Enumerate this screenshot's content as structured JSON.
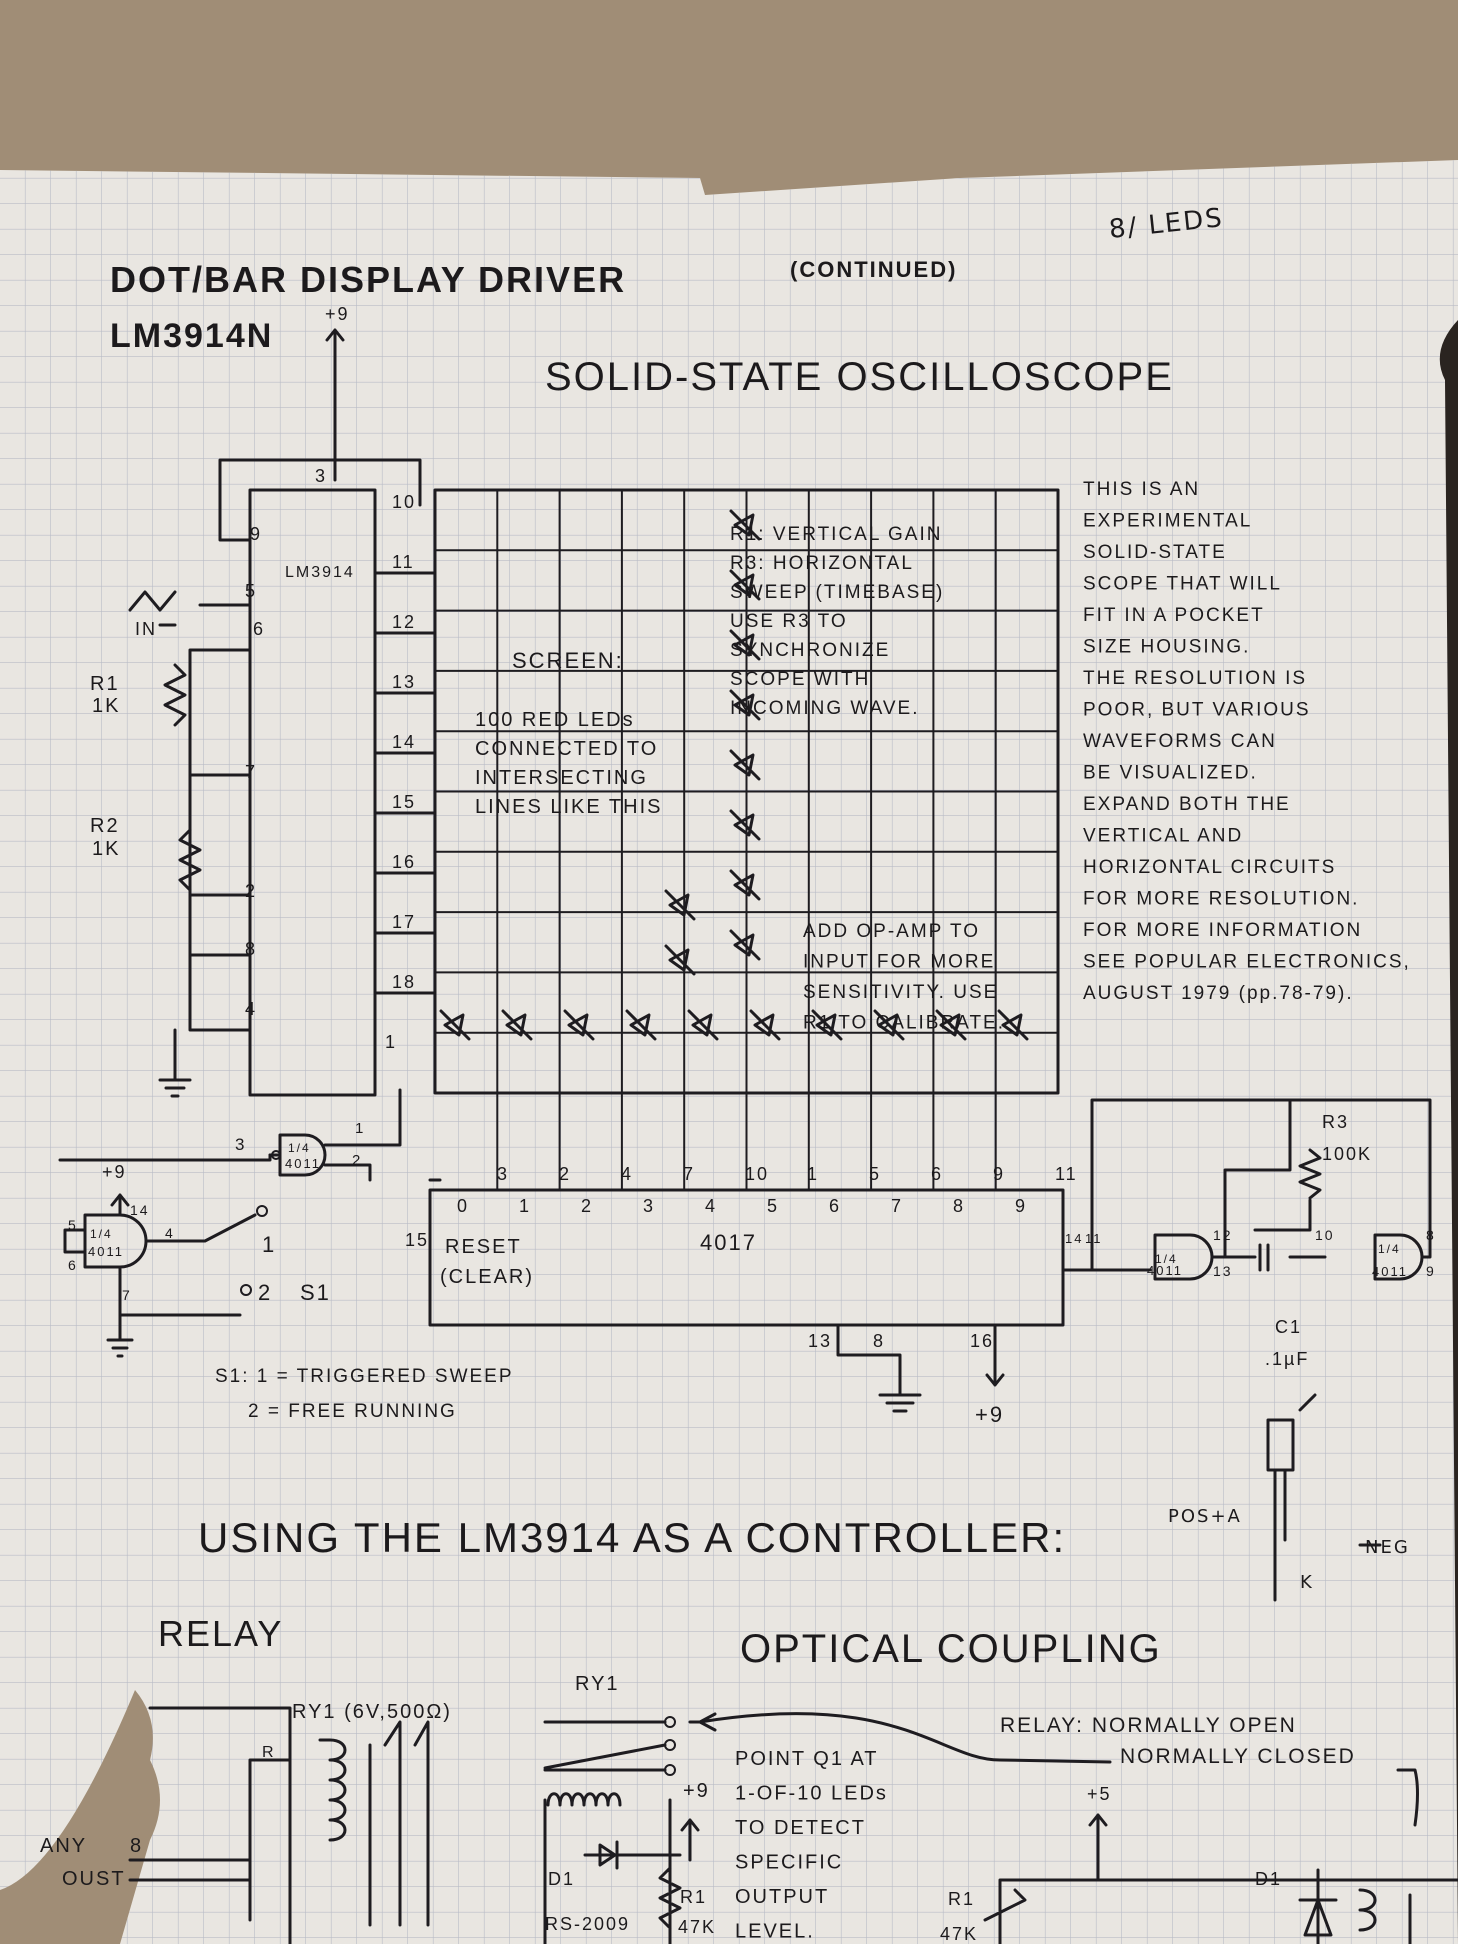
{
  "colors": {
    "paper": "#e9e6e1",
    "grid": "#b9bcc6",
    "ink": "#1e1c20",
    "background": "#a08d76"
  },
  "header": {
    "title": "DOT/BAR DISPLAY DRIVER",
    "continued": "(CONTINUED)",
    "part": "LM3914N",
    "note": "8/ LEDS"
  },
  "scope": {
    "title": "SOLID-STATE OSCILLOSCOPE",
    "supply": "+9",
    "input": "IN",
    "r1": [
      "R1",
      "1K"
    ],
    "r2": [
      "R2",
      "1K"
    ],
    "chip": {
      "label": "LM3914",
      "pins_left": [
        "3",
        "9",
        "5",
        "6",
        "7",
        "2",
        "8",
        "4"
      ],
      "pins_right": [
        "10",
        "11",
        "12",
        "13",
        "14",
        "15",
        "16",
        "17",
        "18",
        "1"
      ]
    },
    "screen_label": "SCREEN:",
    "screen_note": [
      "100 RED LEDs",
      "CONNECTED TO",
      "INTERSECTING",
      "LINES LIKE THIS"
    ],
    "controls_note": [
      "R1: VERTICAL GAIN",
      "R3: HORIZONTAL",
      "SWEEP (TIMEBASE)",
      "USE R3 TO",
      "SYNCHRONIZE",
      "SCOPE WITH",
      "INCOMING WAVE."
    ],
    "opamp_note": [
      "ADD OP-AMP TO",
      "INPUT FOR MORE",
      "SENSITIVITY. USE",
      "R1 TO CALIBRATE."
    ],
    "description": [
      "THIS IS AN",
      "EXPERIMENTAL",
      "SOLID-STATE",
      "SCOPE THAT WILL",
      "FIT IN A POCKET",
      "SIZE HOUSING.",
      "THE RESOLUTION IS",
      "POOR, BUT VARIOUS",
      "WAVEFORMS CAN",
      "BE VISUALIZED.",
      "EXPAND BOTH THE",
      "VERTICAL AND",
      "HORIZONTAL CIRCUITS",
      "FOR MORE RESOLUTION.",
      "FOR MORE INFORMATION",
      "SEE POPULAR ELECTRONICS,",
      "AUGUST 1979 (pp.78-79)."
    ],
    "counter": {
      "label": "4017",
      "reset": [
        "RESET",
        "(CLEAR)"
      ],
      "reset_pin": "15",
      "pins_top": [
        "3",
        "2",
        "4",
        "7",
        "10",
        "1",
        "5",
        "6",
        "9",
        "11"
      ],
      "outputs": [
        "0",
        "1",
        "2",
        "3",
        "4",
        "5",
        "6",
        "7",
        "8",
        "9"
      ],
      "pins_bottom": [
        "13",
        "8",
        "16"
      ],
      "supply": "+9"
    },
    "gate_top": {
      "label": [
        "1/4",
        "4011"
      ],
      "pins": [
        "3",
        "1",
        "2"
      ]
    },
    "gate_left": {
      "label": [
        "1/4",
        "4011"
      ],
      "pins": [
        "5",
        "6",
        "14",
        "4",
        "7"
      ],
      "supply": "+9"
    },
    "switch": {
      "pos1": "1",
      "pos2": "2",
      "name": "S1"
    },
    "switch_note": [
      "S1: 1 = TRIGGERED SWEEP",
      "2 = FREE RUNNING"
    ],
    "right_gates": {
      "pins": [
        "14",
        "11",
        "12",
        "13",
        "10",
        "8",
        "9"
      ],
      "label": [
        "1/4",
        "4011"
      ],
      "r3": [
        "R3",
        "100K"
      ],
      "c1": [
        "C1",
        ".1µF"
      ]
    },
    "led": {
      "pos": "POS+A",
      "neg": "NEG",
      "k": "K"
    }
  },
  "controller": {
    "title": "USING THE LM3914 AS A CONTROLLER:",
    "relay": {
      "title": "RELAY",
      "ry1": "RY1 (6V,500Ω)",
      "r": "R",
      "any": "ANY",
      "pin": "8",
      "out": "OUST"
    },
    "optical": {
      "title": "OPTICAL COUPLING",
      "ry1": "RY1",
      "note": [
        "POINT Q1 AT",
        "1-OF-10 LEDs",
        "TO DETECT",
        "SPECIFIC",
        "OUTPUT",
        "LEVEL."
      ],
      "supply": "+9",
      "d1": "D1",
      "part": "RS-2009",
      "r1": [
        "R1",
        "47K"
      ],
      "relay_note": [
        "RELAY: NORMALLY OPEN",
        "NORMALLY CLOSED"
      ],
      "supply2": "+5",
      "d1b": "D1",
      "r1b": [
        "R1",
        "47K"
      ]
    }
  }
}
